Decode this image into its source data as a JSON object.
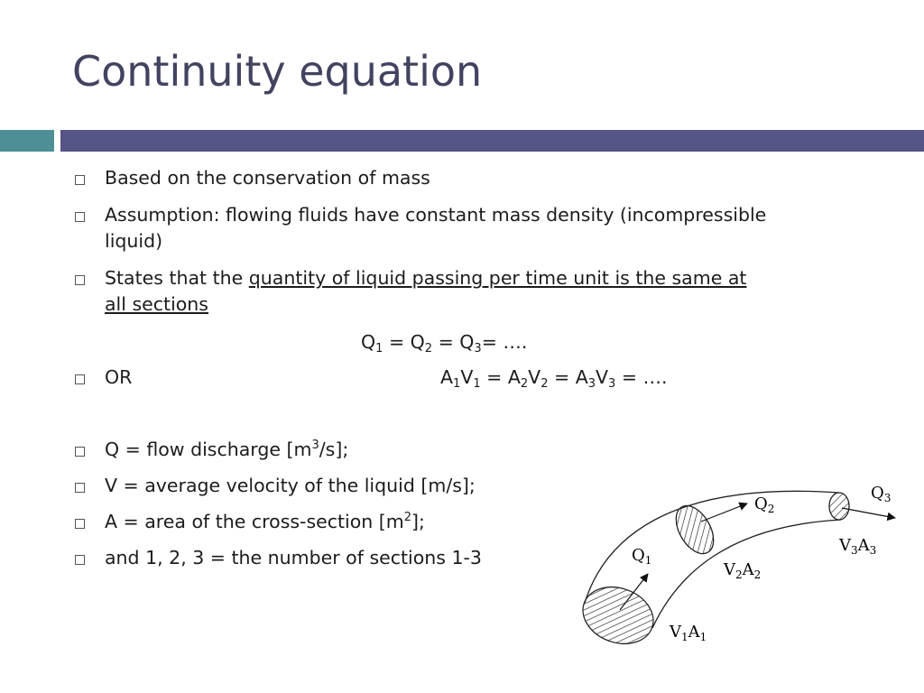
{
  "slide": {
    "title": "Continuity equation"
  },
  "bullets": {
    "b1": "Based on the conservation of mass",
    "b2_line1": "Assumption: flowing fluids have constant mass density (incompressible",
    "b2_line2": "liquid)",
    "b3_prefix": "States that the ",
    "b3_underlined_line1": "quantity of liquid passing per time unit is the same at",
    "b3_underlined_line2": "all sections",
    "b4": "OR",
    "def_q": "Q = flow discharge [m",
    "def_q_sup": "3",
    "def_q_end": "/s];",
    "def_v": "V = average velocity of the liquid [m/s];",
    "def_a": "A = area of the cross-section [m",
    "def_a_sup": "2",
    "def_a_end": "];",
    "def_n": "and 1, 2, 3 = the number of sections 1-3"
  },
  "equations": {
    "q": {
      "sym": "Q",
      "s1": "1",
      "s2": "2",
      "s3": "3",
      "eq": " = ",
      "eq_last": "= …."
    },
    "av": {
      "a": "A",
      "v": "V",
      "s1": "1",
      "s2": "2",
      "s3": "3",
      "eq": " = ",
      "tail": " = …."
    }
  },
  "figure": {
    "q1": "Q",
    "q1_sub": "1",
    "q2": "Q",
    "q2_sub": "2",
    "q3": "Q",
    "q3_sub": "3",
    "v1a1_v": "V",
    "v1a1_vs": "1",
    "v1a1_a": "A",
    "v1a1_as": "1",
    "v2a2_v": "V",
    "v2a2_vs": "2",
    "v2a2_a": "A",
    "v2a2_as": "2",
    "v3a3_v": "V",
    "v3a3_vs": "3",
    "v3a3_a": "A",
    "v3a3_as": "3"
  }
}
